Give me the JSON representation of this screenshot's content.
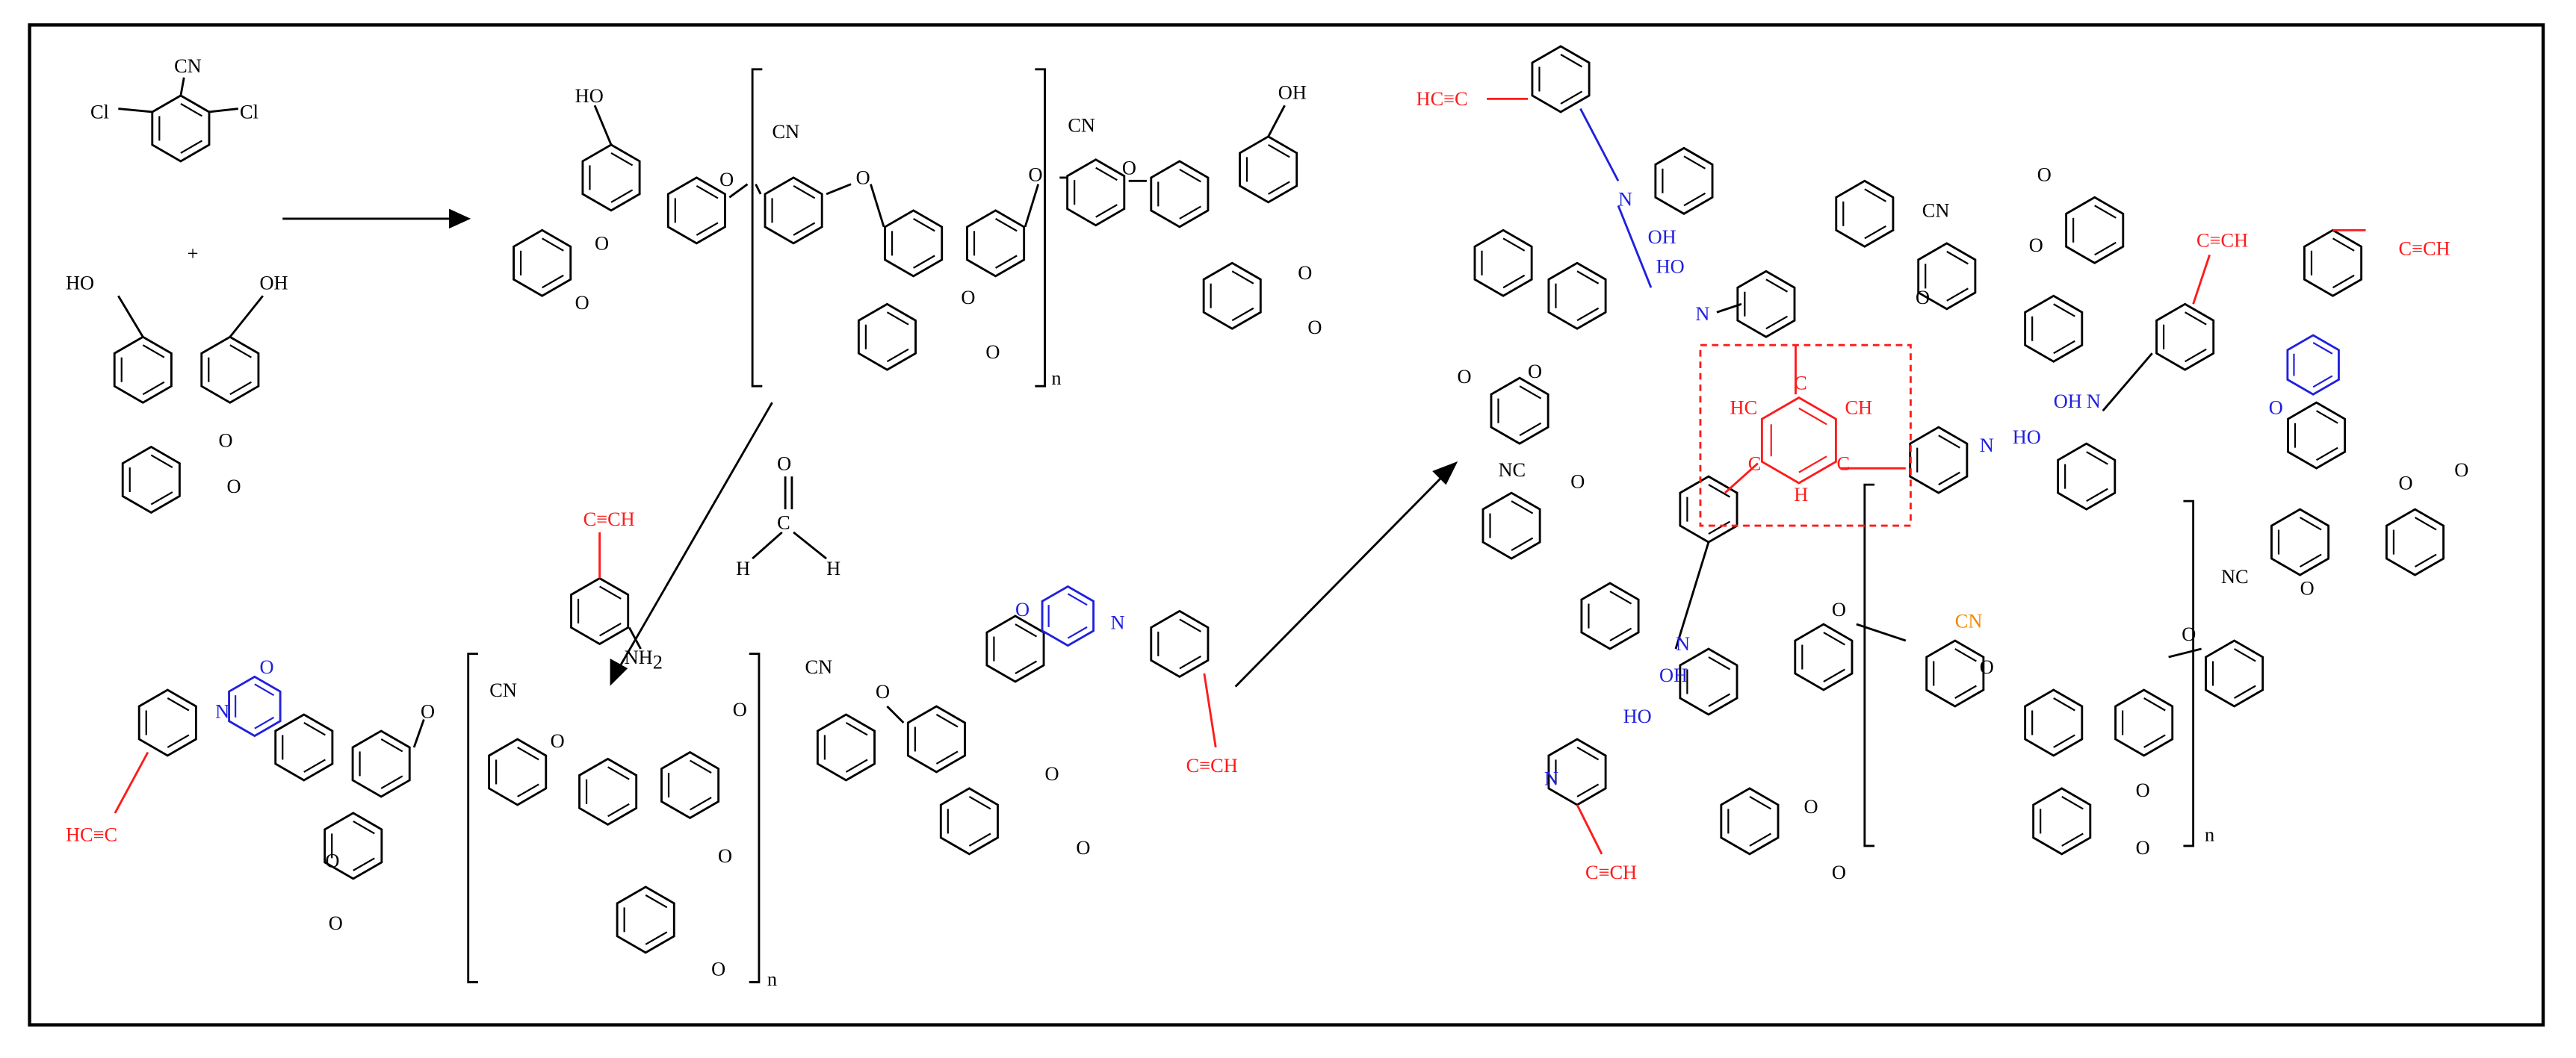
{
  "colors": {
    "frame": "#000000",
    "bond": "#000000",
    "ethynyl": "#ff1a1a",
    "benzoxazine": "#2020e0",
    "nitrile_highlight": "#f08a00",
    "highlight_box": "#ff1a1a"
  },
  "reactants": {
    "dichlorobenzonitrile": {
      "cn": "CN",
      "cl_left": "Cl",
      "cl_right": "Cl"
    },
    "plus": "+",
    "phenolphthalein": {
      "ho": "HO",
      "oh": "OH",
      "ring_o": "O",
      "carbonyl_o": "O"
    }
  },
  "polymer_top": {
    "ho": "HO",
    "oh": "OH",
    "ether_o": [
      "O",
      "O",
      "O",
      "O"
    ],
    "cn": [
      "CN",
      "CN"
    ],
    "lactone_o": [
      "O",
      "O",
      "O"
    ],
    "carbonyl_o": [
      "O",
      "O",
      "O"
    ],
    "repeat": "n"
  },
  "reagents": {
    "ethynylaniline": {
      "alkyne": "C≡CH",
      "nh2": "NH",
      "nh2_sub": "2"
    },
    "formaldehyde": {
      "o": "O",
      "c": "C",
      "h1": "H",
      "h2": "H"
    }
  },
  "monomer_bottom": {
    "alkyne_left": "HC≡C",
    "alkyne_right": "C≡CH",
    "oxazine_n": [
      "N",
      "N"
    ],
    "oxazine_o": [
      "O",
      "O"
    ],
    "ether_o": [
      "O",
      "O",
      "O",
      "O"
    ],
    "cn": [
      "CN",
      "CN"
    ],
    "lactone_o": [
      "O",
      "O",
      "O"
    ],
    "carbonyl_o": [
      "O",
      "O",
      "O"
    ],
    "repeat": "n"
  },
  "network": {
    "alkynes": [
      "HC≡C",
      "C≡CH",
      "C≡CH",
      "C≡CH"
    ],
    "amine_n": [
      "N",
      "N",
      "N",
      "N",
      "N"
    ],
    "phenol_oh": [
      "OH",
      "HO",
      "OH",
      "HO",
      "OH",
      "HO"
    ],
    "oxazine_o": "O",
    "cn": [
      "CN",
      "NC",
      "NC"
    ],
    "cn_highlight": "CN",
    "ether_o": [
      "O",
      "O",
      "O",
      "O",
      "O",
      "O"
    ],
    "lactone_o": [
      "O",
      "O",
      "O",
      "O",
      "O"
    ],
    "carbonyl_o": [
      "O",
      "O",
      "O",
      "O",
      "O"
    ],
    "trimer_ring": [
      "C",
      "HC",
      "CH",
      "C",
      "C",
      "H"
    ],
    "repeat": "n"
  }
}
